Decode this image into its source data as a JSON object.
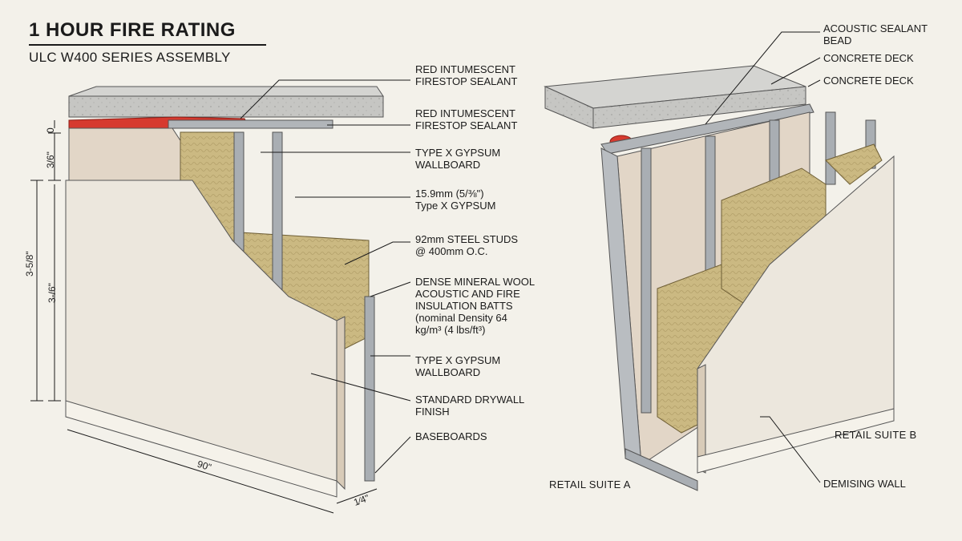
{
  "title": "1 HOUR FIRE RATING",
  "subtitle": "ULC W400 SERIES ASSEMBLY",
  "left_labels": [
    {
      "id": "sealant1",
      "text": "RED INTUMESCENT\nFIRESTOP SEALANT"
    },
    {
      "id": "sealant2",
      "text": "RED INTUMESCENT\nFIRESTOP SEALANT"
    },
    {
      "id": "gypsum1",
      "text": "TYPE X GYPSUM\nWALLBOARD"
    },
    {
      "id": "gypsum2",
      "text": "15.9mm (5/⅜\")\nType X GYPSUM"
    },
    {
      "id": "studs",
      "text": "92mm STEEL STUDS\n@ 400mm O.C."
    },
    {
      "id": "wool",
      "text": "DENSE MINERAL WOOL\nACOUSTIC AND FIRE\nINSULATION BATTS\n(nominal Density 64\nkg/m³ (4 lbs/ft³)"
    },
    {
      "id": "gypsum3",
      "text": "TYPE X GYPSUM\nWALLBOARD"
    },
    {
      "id": "finish",
      "text": "STANDARD DRYWALL\nFINISH"
    },
    {
      "id": "base",
      "text": "BASEBOARDS"
    }
  ],
  "right_labels": [
    {
      "id": "acoustic",
      "text": "ACOUSTIC SEALANT\nBEAD"
    },
    {
      "id": "deck1",
      "text": "CONCRETE DECK"
    },
    {
      "id": "deck2",
      "text": "CONCRETE DECK"
    },
    {
      "id": "demising",
      "text": "DEMISING WALL"
    }
  ],
  "suites": {
    "a": "RETAIL SUITE A",
    "b": "RETAIL SUITE B"
  },
  "dimensions": {
    "top": "0",
    "head": "3/6\"",
    "total": "3-5/8\"",
    "lower": "3-/6\"",
    "width": "90\"",
    "depth": "1⁄4\""
  },
  "colors": {
    "sealant": "#d63a2f",
    "insulation": "#cbb982",
    "gypsum": "#e2d6c7",
    "concrete": "#c4c4c1",
    "steel": "#a9aeb3",
    "background": "#f3f1ea"
  }
}
